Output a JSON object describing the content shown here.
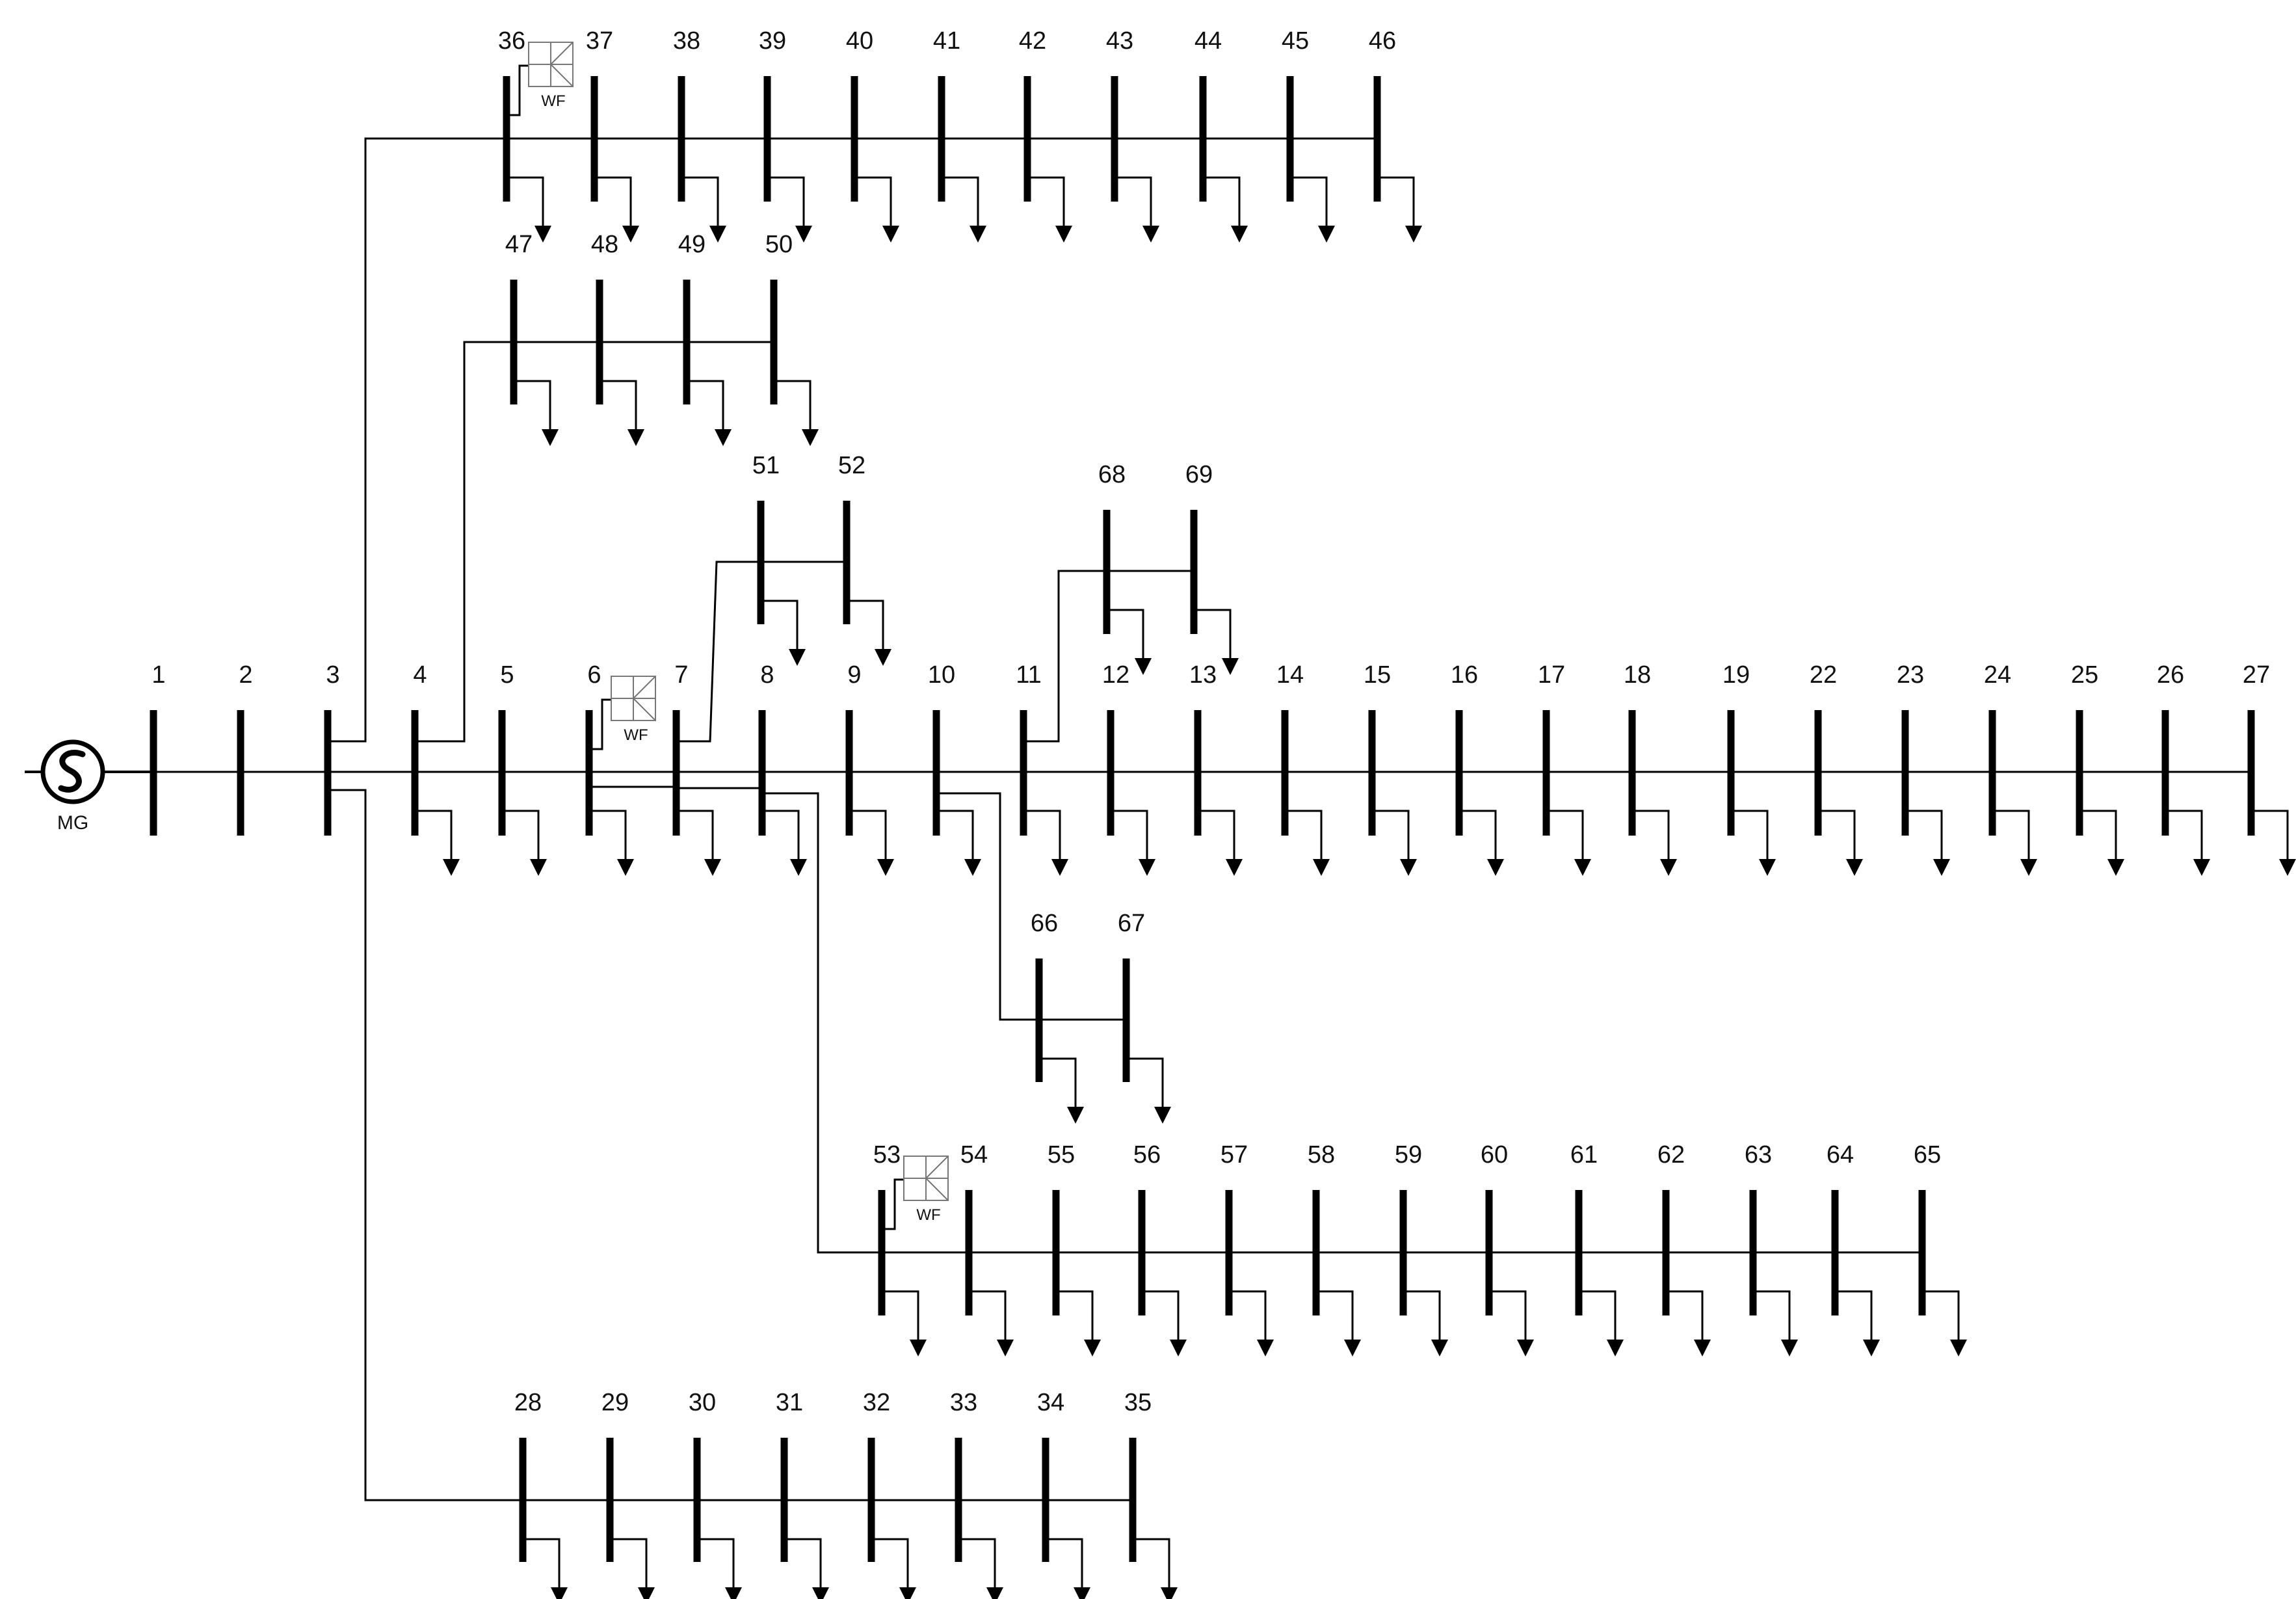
{
  "diagram": {
    "colors": {
      "line": "#000000",
      "wf_stroke": "#777777"
    },
    "generator": {
      "label": "MG",
      "icon": "ac-generator-icon"
    },
    "wind_farm_label": "WF",
    "wind_farm_icon": "wind-farm-icon",
    "load_icon": "load-arrow-icon",
    "feeders": [
      {
        "id": "main",
        "buses": [
          "1",
          "2",
          "3",
          "4",
          "5",
          "6",
          "7",
          "8",
          "9",
          "10",
          "11",
          "12",
          "13",
          "14",
          "15",
          "16",
          "17",
          "18",
          "19",
          "22",
          "23",
          "24",
          "25",
          "26",
          "27"
        ],
        "from": ""
      },
      {
        "id": "lat-36",
        "buses": [
          "36",
          "37",
          "38",
          "39",
          "40",
          "41",
          "42",
          "43",
          "44",
          "45",
          "46"
        ],
        "from": "3"
      },
      {
        "id": "lat-47",
        "buses": [
          "47",
          "48",
          "49",
          "50"
        ],
        "from": "4"
      },
      {
        "id": "lat-51",
        "buses": [
          "51",
          "52"
        ],
        "from": "7"
      },
      {
        "id": "lat-68",
        "buses": [
          "68",
          "69"
        ],
        "from": "11"
      },
      {
        "id": "lat-66",
        "buses": [
          "66",
          "67"
        ],
        "from": "10"
      },
      {
        "id": "lat-53",
        "buses": [
          "53",
          "54",
          "55",
          "56",
          "57",
          "58",
          "59",
          "60",
          "61",
          "62",
          "63",
          "64",
          "65"
        ],
        "from": "8"
      },
      {
        "id": "lat-28",
        "buses": [
          "28",
          "29",
          "30",
          "31",
          "32",
          "33",
          "34",
          "35"
        ],
        "from": "3"
      }
    ],
    "wind_farm_buses": [
      "36",
      "6",
      "53"
    ],
    "unloaded_buses": [
      "1",
      "2",
      "3"
    ]
  }
}
